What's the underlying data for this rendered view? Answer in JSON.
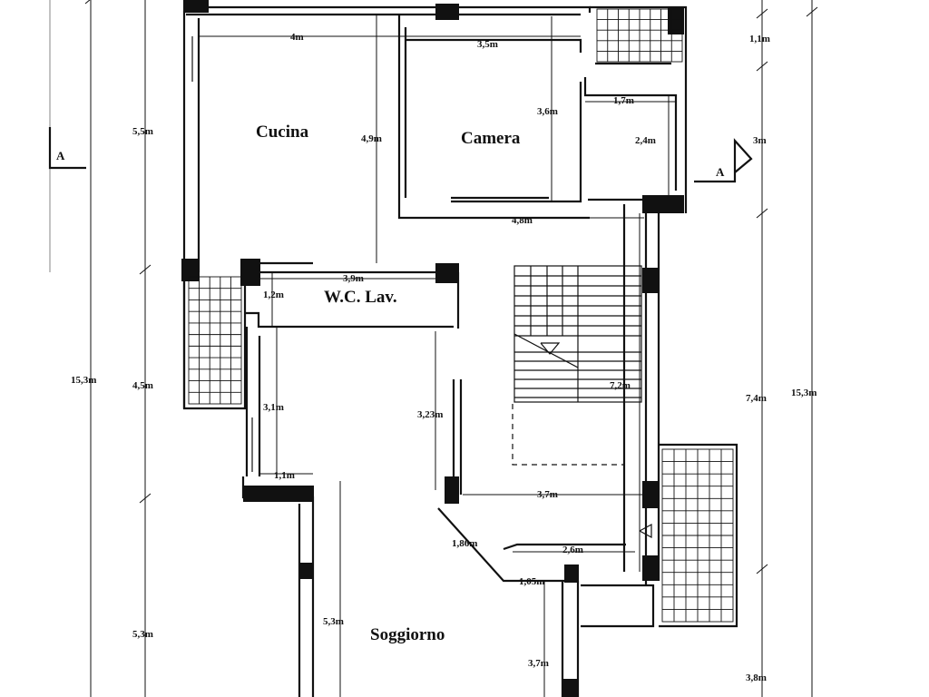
{
  "rooms": {
    "cucina": "Cucina",
    "camera": "Camera",
    "wc": "W.C. Lav.",
    "soggiorno": "Soggiorno"
  },
  "section_marks": {
    "left": "A",
    "right": "A"
  },
  "dims": {
    "d4m": "4m",
    "d35m": "3,5m",
    "d55m_left": "5,5m",
    "d49m": "4,9m",
    "d36m": "3,6m",
    "d17m": "1,7m",
    "d24m": "2,4m",
    "d11m_right": "1,1m",
    "d3m": "3m",
    "d48m": "4,8m",
    "d39m": "3,9m",
    "d12m": "1,2m",
    "d153m_left": "15,3m",
    "d45m": "4,5m",
    "d31m": "3,1m",
    "d323m": "3,23m",
    "d72m": "7,2m",
    "d74m": "7,4m",
    "d153m_right": "15,3m",
    "d11m_mid": "1,1m",
    "d37m_mid": "3,7m",
    "d186m": "1,86m",
    "d26m": "2,6m",
    "d105m": "1,05m",
    "d53m_left": "5,3m",
    "d53m_inner": "5,3m",
    "d37m_bottom": "3,7m",
    "d38m": "3,8m"
  }
}
